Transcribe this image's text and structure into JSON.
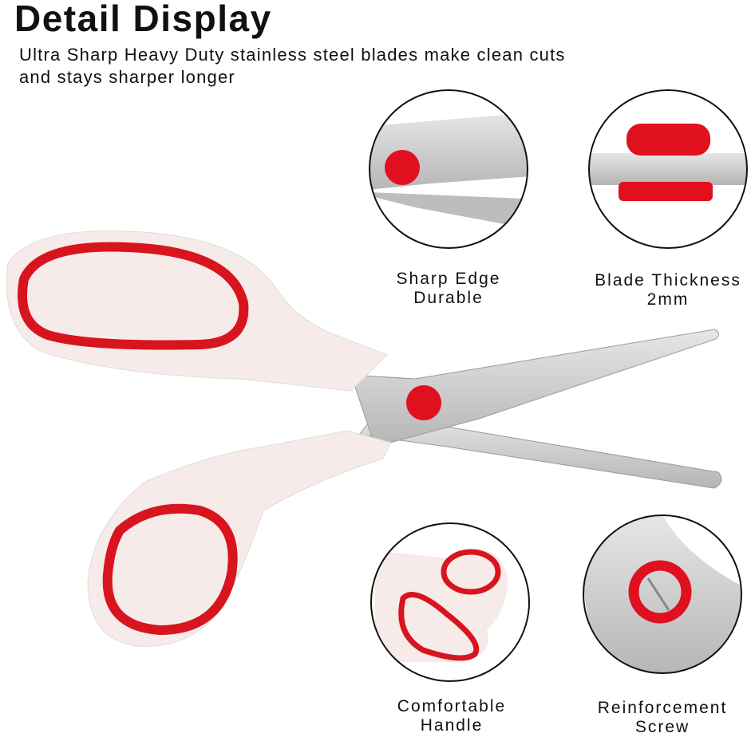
{
  "header": {
    "title": "Detail Display",
    "subtitle": "Ultra Sharp Heavy Duty stainless steel blades make clean cuts and stays sharper longer"
  },
  "features": [
    {
      "line1": "Sharp Edge",
      "line2": "Durable"
    },
    {
      "line1": "Blade Thickness",
      "line2": "2mm"
    },
    {
      "line1": "Comfortable",
      "line2": "Handle"
    },
    {
      "line1": "Reinforcement",
      "line2": "Screw"
    }
  ],
  "colors": {
    "accent": "#e0101e",
    "handle": "#f7ecea",
    "steel": "#c9c9c9"
  }
}
